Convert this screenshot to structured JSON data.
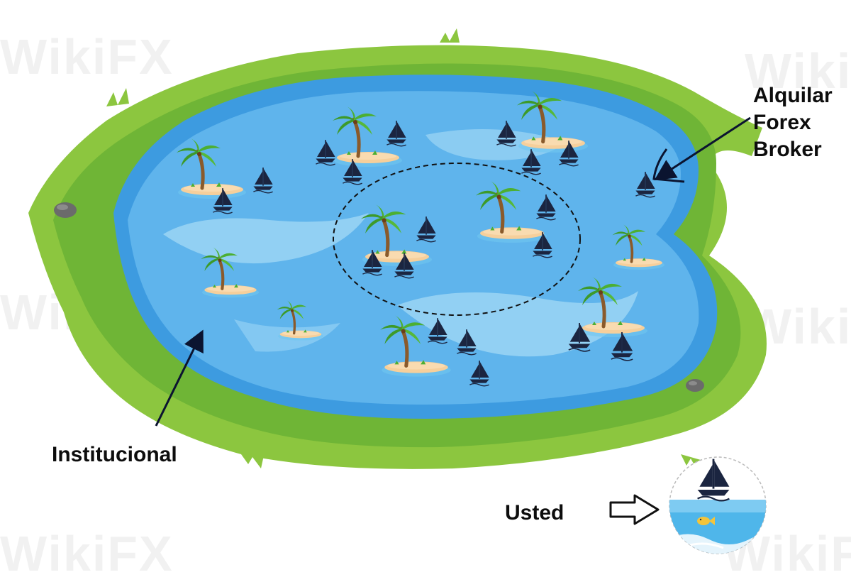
{
  "labels": {
    "top_right": [
      "Alquilar",
      "Forex",
      "Broker"
    ],
    "institutional": "Institucional",
    "you": "Usted"
  },
  "watermark_text": "WikiFX",
  "colors": {
    "grass_light": "#8cc63f",
    "grass_dark": "#5fa82e",
    "water_deep": "#3d9be0",
    "water_mid": "#5fb4ec",
    "water_light": "#a8dcf7",
    "sand": "#f6cf9b",
    "boat": "#1b2540",
    "arrow": "#0b1430",
    "palm_leaf": "#3d9a2a",
    "palm_trunk": "#8a5a2b"
  },
  "icons": {
    "island": "palm-island-icon",
    "boat": "sailboat-icon",
    "rock": "rock-icon",
    "outline_arrow": "outline-arrow-right-icon",
    "fish": "fish-icon"
  }
}
